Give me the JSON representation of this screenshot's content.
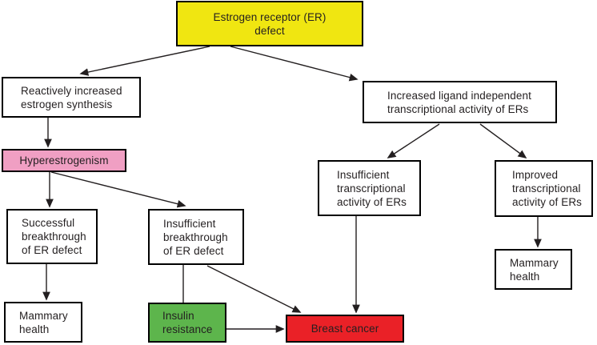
{
  "diagram": {
    "type": "flowchart",
    "background": "#ffffff",
    "nodes": {
      "er_defect": {
        "label": "Estrogen receptor (ER)\ndefect",
        "fill": "#f0e611"
      },
      "reactive_synthesis": {
        "label": "Reactively increased\nestrogen synthesis",
        "fill": "#ffffff"
      },
      "ligand_independent": {
        "label": "Increased ligand independent\ntranscriptional activity of ERs",
        "fill": "#ffffff"
      },
      "hyperestrogenism": {
        "label": "Hyperestrogenism",
        "fill": "#f09fc3"
      },
      "successful_breakthrough": {
        "label": "Successful\nbreakthrough\nof ER defect",
        "fill": "#ffffff"
      },
      "insufficient_breakthrough": {
        "label": "Insufficient\nbreakthrough\nof ER defect",
        "fill": "#ffffff"
      },
      "insufficient_transcriptional": {
        "label": "Insufficient\ntranscriptional\nactivity of ERs",
        "fill": "#ffffff"
      },
      "improved_transcriptional": {
        "label": "Improved\ntranscriptional\nactivity of ERs",
        "fill": "#ffffff"
      },
      "mammary_health_left": {
        "label": "Mammary\nhealth",
        "fill": "#ffffff"
      },
      "insulin_resistance": {
        "label": "Insulin\nresistance",
        "fill": "#5db54c"
      },
      "breast_cancer": {
        "label": "Breast cancer",
        "fill": "#ea2127"
      },
      "mammary_health_right": {
        "label": "Mammary\nhealth",
        "fill": "#ffffff"
      }
    },
    "edges": [
      {
        "from": "er_defect",
        "to": "reactive_synthesis",
        "arrowhead": true
      },
      {
        "from": "er_defect",
        "to": "ligand_independent",
        "arrowhead": true
      },
      {
        "from": "reactive_synthesis",
        "to": "hyperestrogenism",
        "arrowhead": true
      },
      {
        "from": "hyperestrogenism",
        "to": "successful_breakthrough",
        "arrowhead": true
      },
      {
        "from": "hyperestrogenism",
        "to": "insufficient_breakthrough",
        "arrowhead": true
      },
      {
        "from": "successful_breakthrough",
        "to": "mammary_health_left",
        "arrowhead": true
      },
      {
        "from": "insufficient_breakthrough",
        "to": "insulin_resistance",
        "arrowhead": false
      },
      {
        "from": "insufficient_breakthrough",
        "to": "breast_cancer",
        "arrowhead": true
      },
      {
        "from": "insulin_resistance",
        "to": "breast_cancer",
        "arrowhead": true
      },
      {
        "from": "ligand_independent",
        "to": "insufficient_transcriptional",
        "arrowhead": true
      },
      {
        "from": "ligand_independent",
        "to": "improved_transcriptional",
        "arrowhead": true
      },
      {
        "from": "insufficient_transcriptional",
        "to": "breast_cancer",
        "arrowhead": true
      },
      {
        "from": "improved_transcriptional",
        "to": "mammary_health_right",
        "arrowhead": true
      }
    ],
    "colors": {
      "box_border": "#000000",
      "arrow": "#231f20",
      "er_defect_fill": "#f0e611",
      "hyperestrogenism_fill": "#f09fc3",
      "insulin_resistance_fill": "#5db54c",
      "breast_cancer_fill": "#ea2127",
      "default_box_fill": "#ffffff"
    }
  }
}
